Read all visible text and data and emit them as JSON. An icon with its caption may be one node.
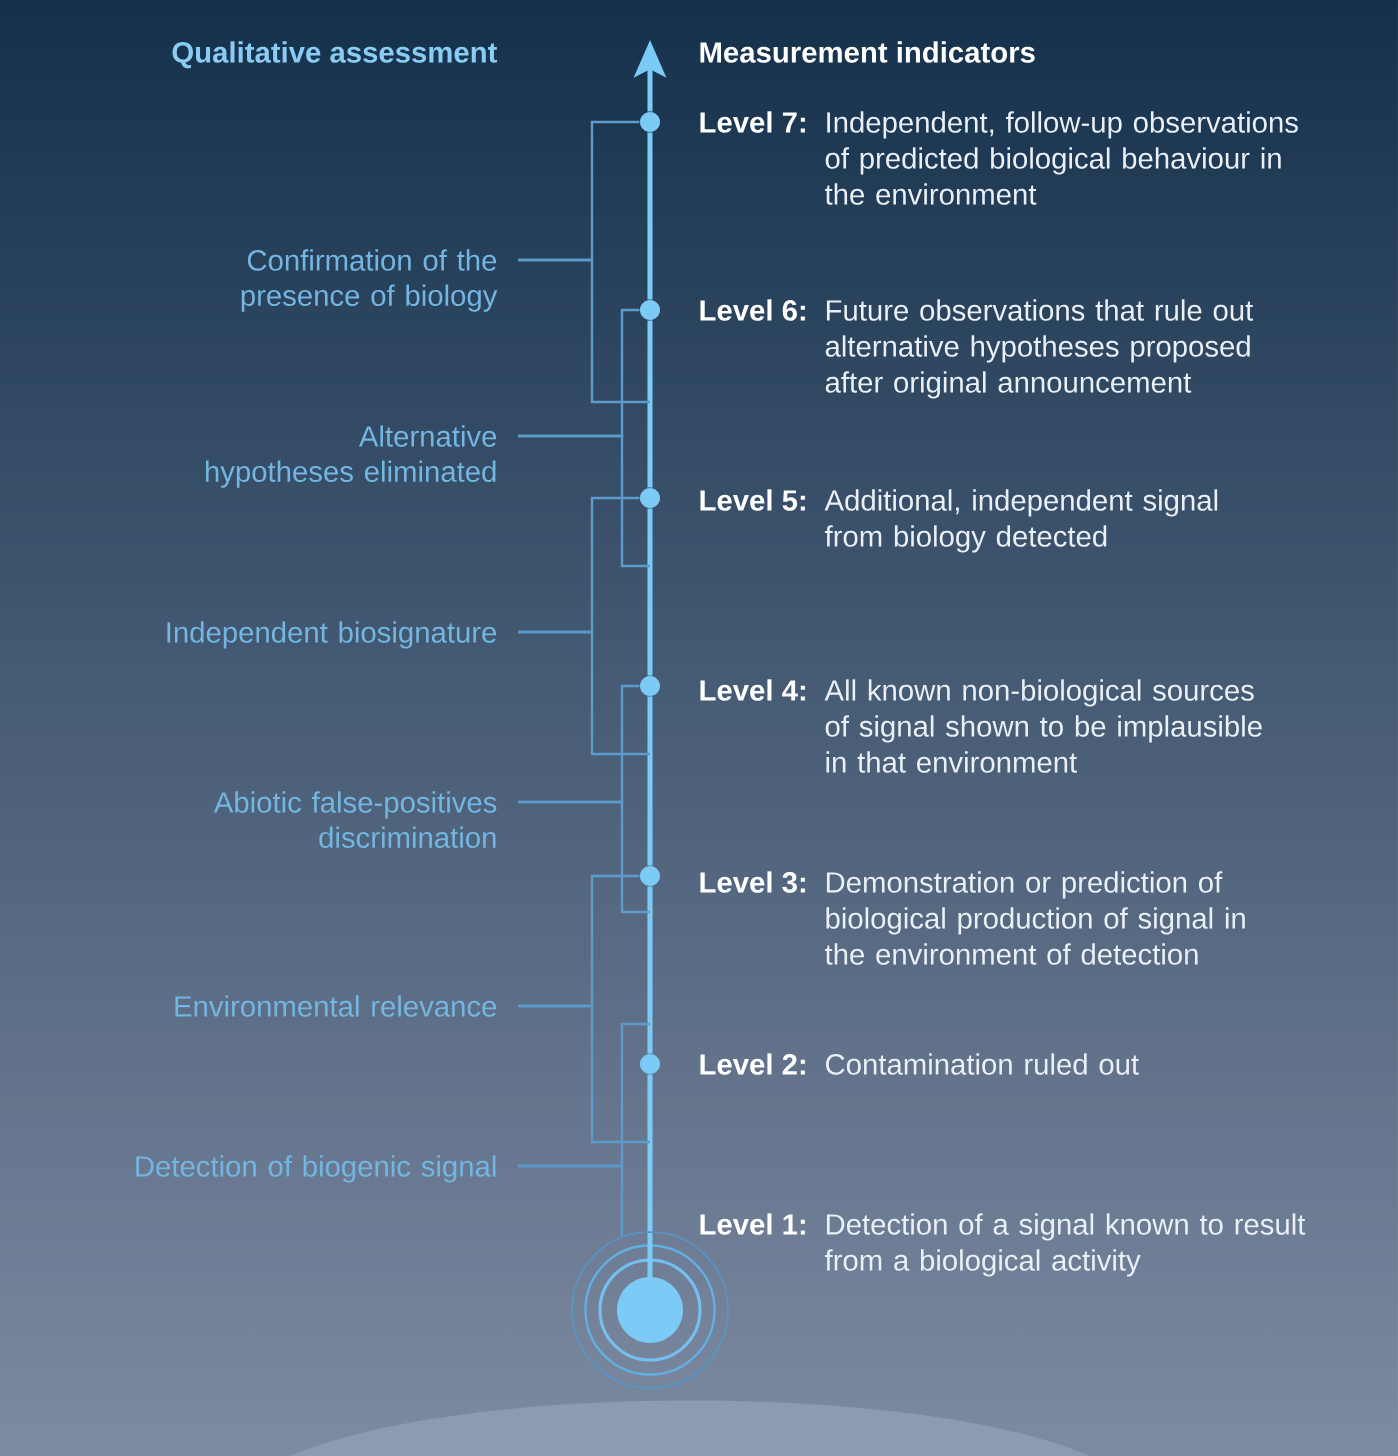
{
  "diagram": {
    "nodes": [
      {
        "text": [
          "Confirmation of the presence of biology"
        ]
      },
      {
        "text": [
          "Alternative hypotheses eliminated"
        ]
      },
      {
        "text": [
          "Independent biosignature"
        ]
      },
      {
        "text": [
          "Abiotic false-positives discrimination"
        ]
      },
      {
        "text": [
          "Environmental relevance"
        ]
      },
      {
        "text": [
          "Detection of biogenic signal"
        ]
      },
      {
        "text": [],
        "shape": "circle",
        "beside": [
          "Level 7:",
          "Independent, follow-up observations of predicted biological behaviour in the environment"
        ]
      },
      {
        "text": [],
        "shape": "circle",
        "beside": [
          "Level 6:",
          "Future observations that rule out alternative hypotheses proposed after original announcement"
        ]
      },
      {
        "text": [],
        "shape": "circle",
        "beside": [
          "Level 5:",
          "Additional, independent signal from biology detected"
        ]
      },
      {
        "text": [],
        "shape": "circle",
        "beside": [
          "Level 4:",
          "All known non-biological sources of signal shown to be implausible in that environment"
        ]
      },
      {
        "text": [],
        "shape": "circle",
        "beside": [
          "Level 3:",
          "Demonstration or prediction of biological production of signal in the environment of detection"
        ]
      },
      {
        "text": [],
        "shape": "circle",
        "beside": [
          "Level 2:",
          "Contamination ruled out"
        ]
      },
      {
        "text": [],
        "shape": "circle",
        "beside": [
          "Level 1:",
          "Detection of a signal known to result from a biological activity"
        ]
      }
    ],
    "edges": [
      {
        "from": 6,
        "to": null,
        "arrow": "to",
        "color": "#7ccbf6"
      },
      {
        "from": 7,
        "to": 6,
        "arrow": "none",
        "color": "#7ccbf6"
      },
      {
        "from": 8,
        "to": 7,
        "arrow": "none",
        "color": "#7ccbf6"
      },
      {
        "from": 9,
        "to": 8,
        "arrow": "none",
        "color": "#7ccbf6"
      },
      {
        "from": 10,
        "to": 9,
        "arrow": "none",
        "color": "#7ccbf6"
      },
      {
        "from": 11,
        "to": 10,
        "arrow": "none",
        "color": "#7ccbf6"
      },
      {
        "from": 12,
        "to": 11,
        "arrow": "none",
        "color": "#7ccbf6"
      },
      {
        "from": 0,
        "to": 6,
        "arrow": "none"
      },
      {
        "from": 0,
        "to": null,
        "arrow": "none"
      },
      {
        "from": 1,
        "to": 7,
        "arrow": "none"
      },
      {
        "from": 1,
        "to": null,
        "arrow": "none"
      },
      {
        "from": 2,
        "to": 8,
        "arrow": "none"
      },
      {
        "from": 2,
        "to": null,
        "arrow": "none"
      },
      {
        "from": 3,
        "to": 9,
        "arrow": "none"
      },
      {
        "from": 3,
        "to": null,
        "arrow": "none"
      },
      {
        "from": 4,
        "to": 10,
        "arrow": "none"
      },
      {
        "from": 4,
        "to": null,
        "arrow": "none"
      },
      {
        "from": 5,
        "to": 12,
        "arrow": "none"
      },
      {
        "from": 5,
        "to": null,
        "arrow": "none"
      }
    ],
    "labels": [
      "Qualitative assessment",
      "Measurement indicators"
    ]
  }
}
